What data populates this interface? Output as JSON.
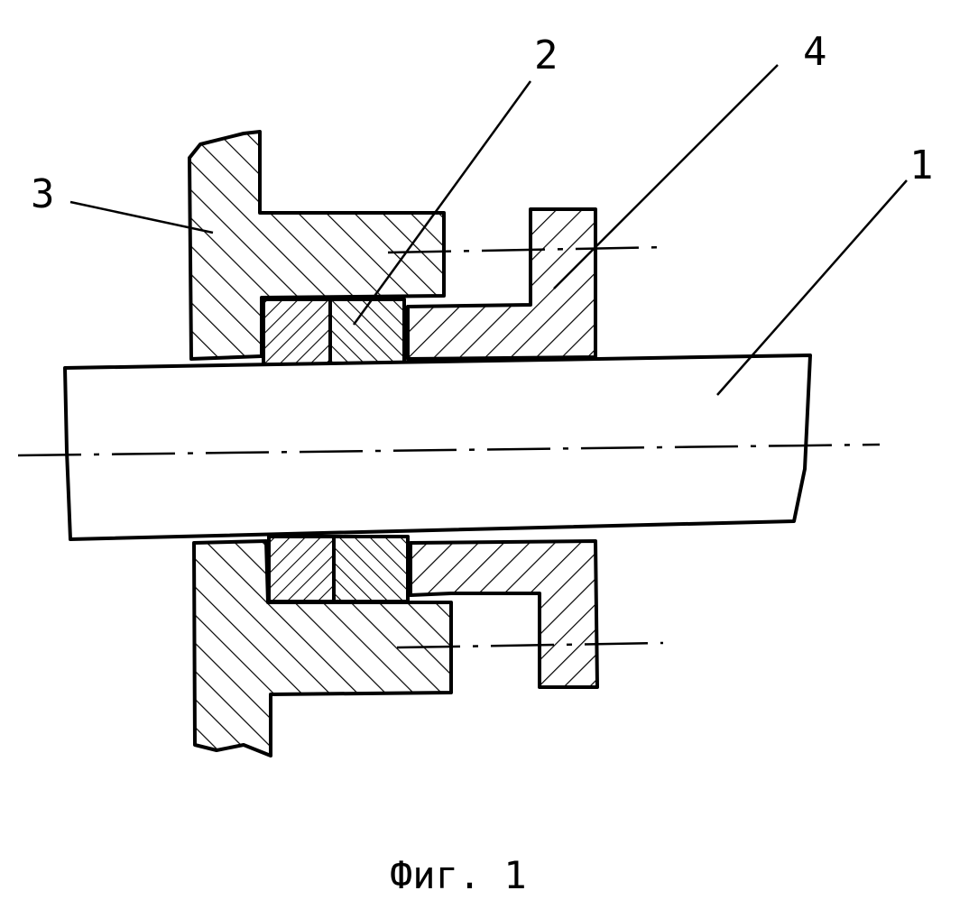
{
  "labels": {
    "shaft": "1",
    "bushing": "2",
    "housing": "3",
    "flange": "4"
  },
  "caption": "Фиг. 1"
}
